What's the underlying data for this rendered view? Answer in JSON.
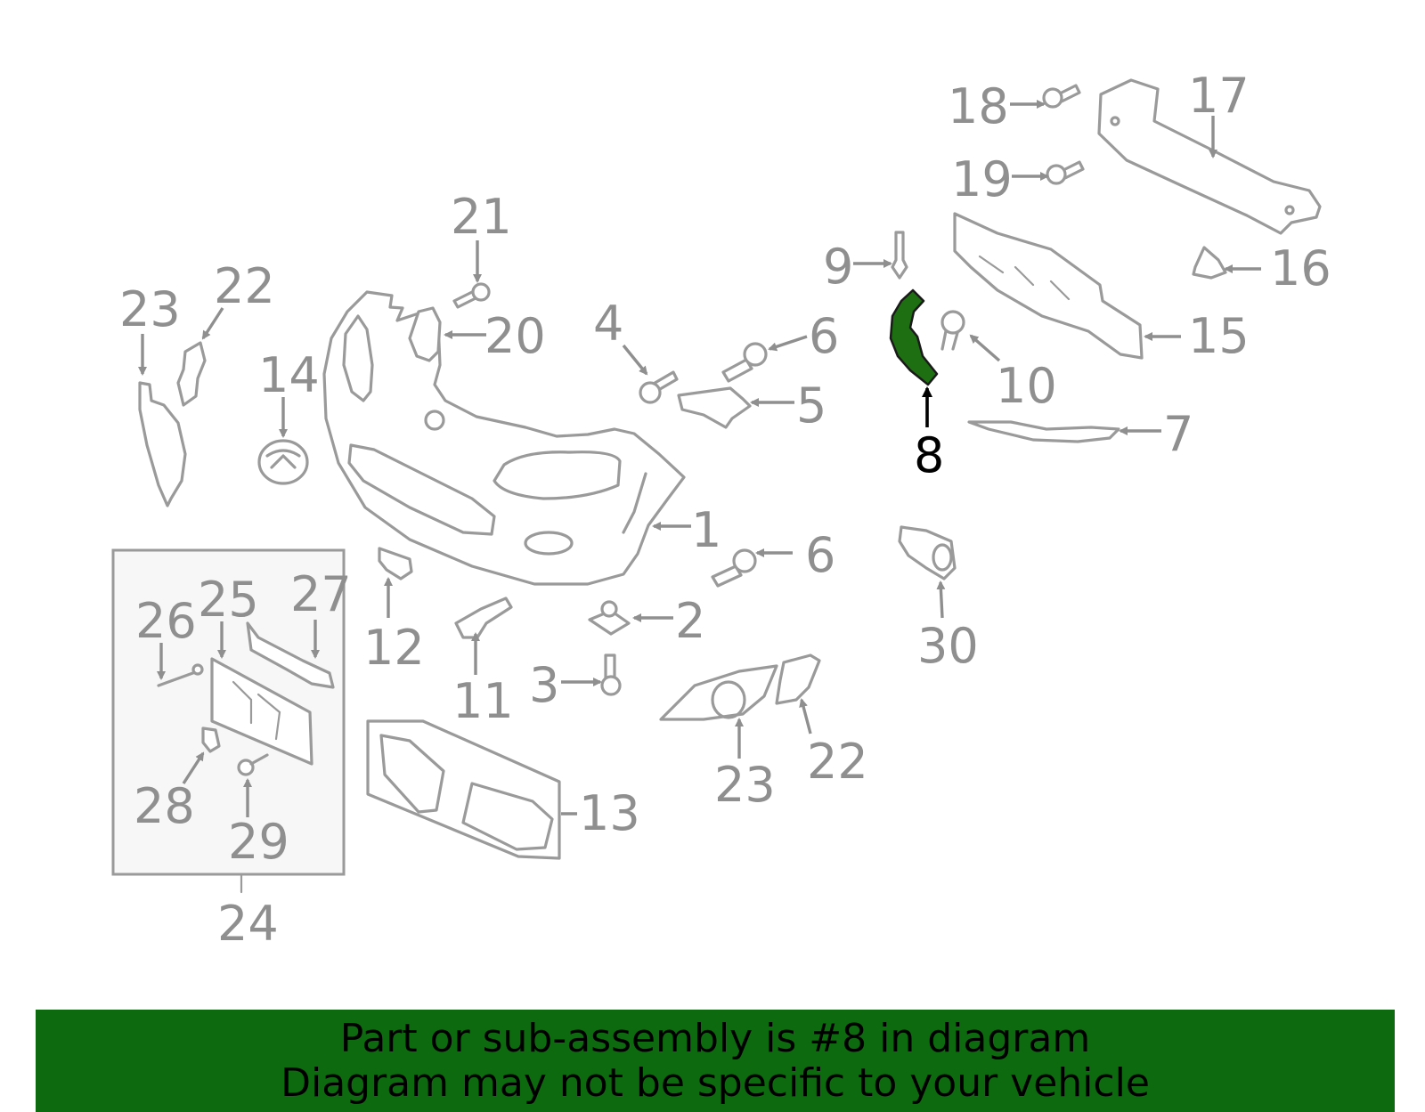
{
  "callouts": {
    "c1": "1",
    "c2": "2",
    "c3": "3",
    "c4": "4",
    "c5": "5",
    "c6a": "6",
    "c6b": "6",
    "c7": "7",
    "c8": "8",
    "c9": "9",
    "c10": "10",
    "c11": "11",
    "c12": "12",
    "c13": "13",
    "c14": "14",
    "c15": "15",
    "c16": "16",
    "c17": "17",
    "c18": "18",
    "c19": "19",
    "c20": "20",
    "c21": "21",
    "c22a": "22",
    "c22b": "22",
    "c23a": "23",
    "c23b": "23",
    "c24": "24",
    "c25": "25",
    "c26": "26",
    "c27": "27",
    "c28": "28",
    "c29": "29",
    "c30": "30"
  },
  "highlighted_part": "8",
  "colors": {
    "highlight": "#1e6e12",
    "banner": "#0e6a0e",
    "line": "#9a9a9a",
    "subgroup_box": "#f7f7f7"
  },
  "banner": {
    "line1": "Part or sub-assembly is #8 in diagram",
    "line2": "Diagram may not be specific to your vehicle"
  }
}
